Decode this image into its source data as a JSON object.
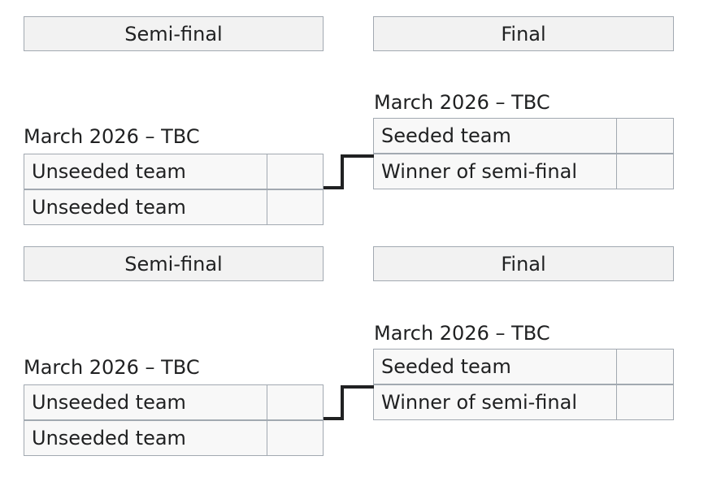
{
  "brackets": [
    {
      "round_headers": {
        "semi": "Semi-final",
        "final": "Final"
      },
      "semi": {
        "date": "March 2026 – TBC",
        "teams": [
          {
            "name": "Unseeded team",
            "score": ""
          },
          {
            "name": "Unseeded team",
            "score": ""
          }
        ]
      },
      "final": {
        "date": "March 2026 – TBC",
        "teams": [
          {
            "name": "Seeded team",
            "score": ""
          },
          {
            "name": "Winner of semi-final",
            "score": ""
          }
        ]
      }
    },
    {
      "round_headers": {
        "semi": "Semi-final",
        "final": "Final"
      },
      "semi": {
        "date": "March 2026 – TBC",
        "teams": [
          {
            "name": "Unseeded team",
            "score": ""
          },
          {
            "name": "Unseeded team",
            "score": ""
          }
        ]
      },
      "final": {
        "date": "March 2026 – TBC",
        "teams": [
          {
            "name": "Seeded team",
            "score": ""
          },
          {
            "name": "Winner of semi-final",
            "score": ""
          }
        ]
      }
    }
  ]
}
